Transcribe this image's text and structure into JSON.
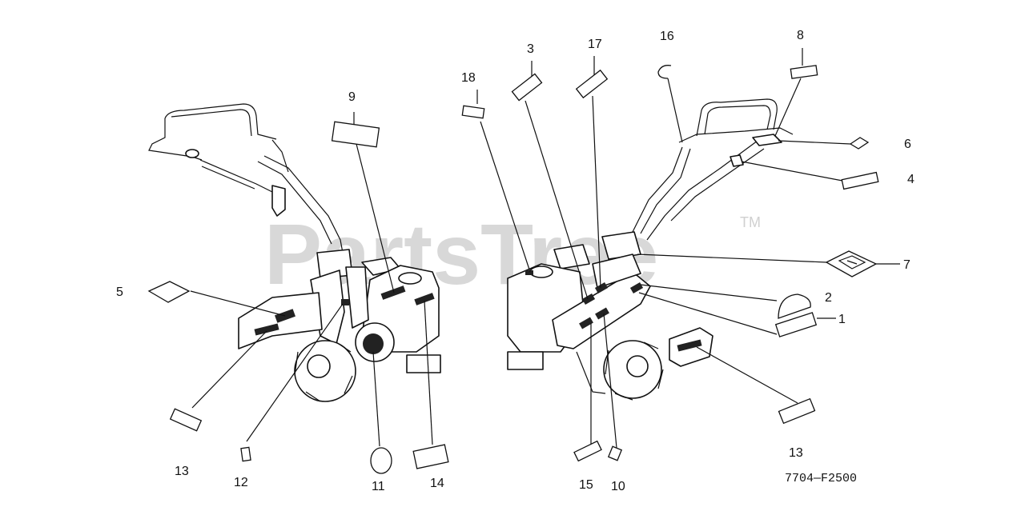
{
  "watermark": {
    "text": "PartsTree",
    "trademark": "TM"
  },
  "diagram_code": "7704—F2500",
  "callouts": [
    {
      "id": "c1",
      "number": "1"
    },
    {
      "id": "c2",
      "number": "2"
    },
    {
      "id": "c3",
      "number": "3"
    },
    {
      "id": "c4",
      "number": "4"
    },
    {
      "id": "c5",
      "number": "5"
    },
    {
      "id": "c6",
      "number": "6"
    },
    {
      "id": "c7",
      "number": "7"
    },
    {
      "id": "c8",
      "number": "8"
    },
    {
      "id": "c9",
      "number": "9"
    },
    {
      "id": "c10",
      "number": "10"
    },
    {
      "id": "c11",
      "number": "11"
    },
    {
      "id": "c12",
      "number": "12"
    },
    {
      "id": "c13a",
      "number": "13"
    },
    {
      "id": "c13b",
      "number": "13"
    },
    {
      "id": "c14",
      "number": "14"
    },
    {
      "id": "c15",
      "number": "15"
    },
    {
      "id": "c16",
      "number": "16"
    },
    {
      "id": "c17",
      "number": "17"
    },
    {
      "id": "c18",
      "number": "18"
    }
  ]
}
